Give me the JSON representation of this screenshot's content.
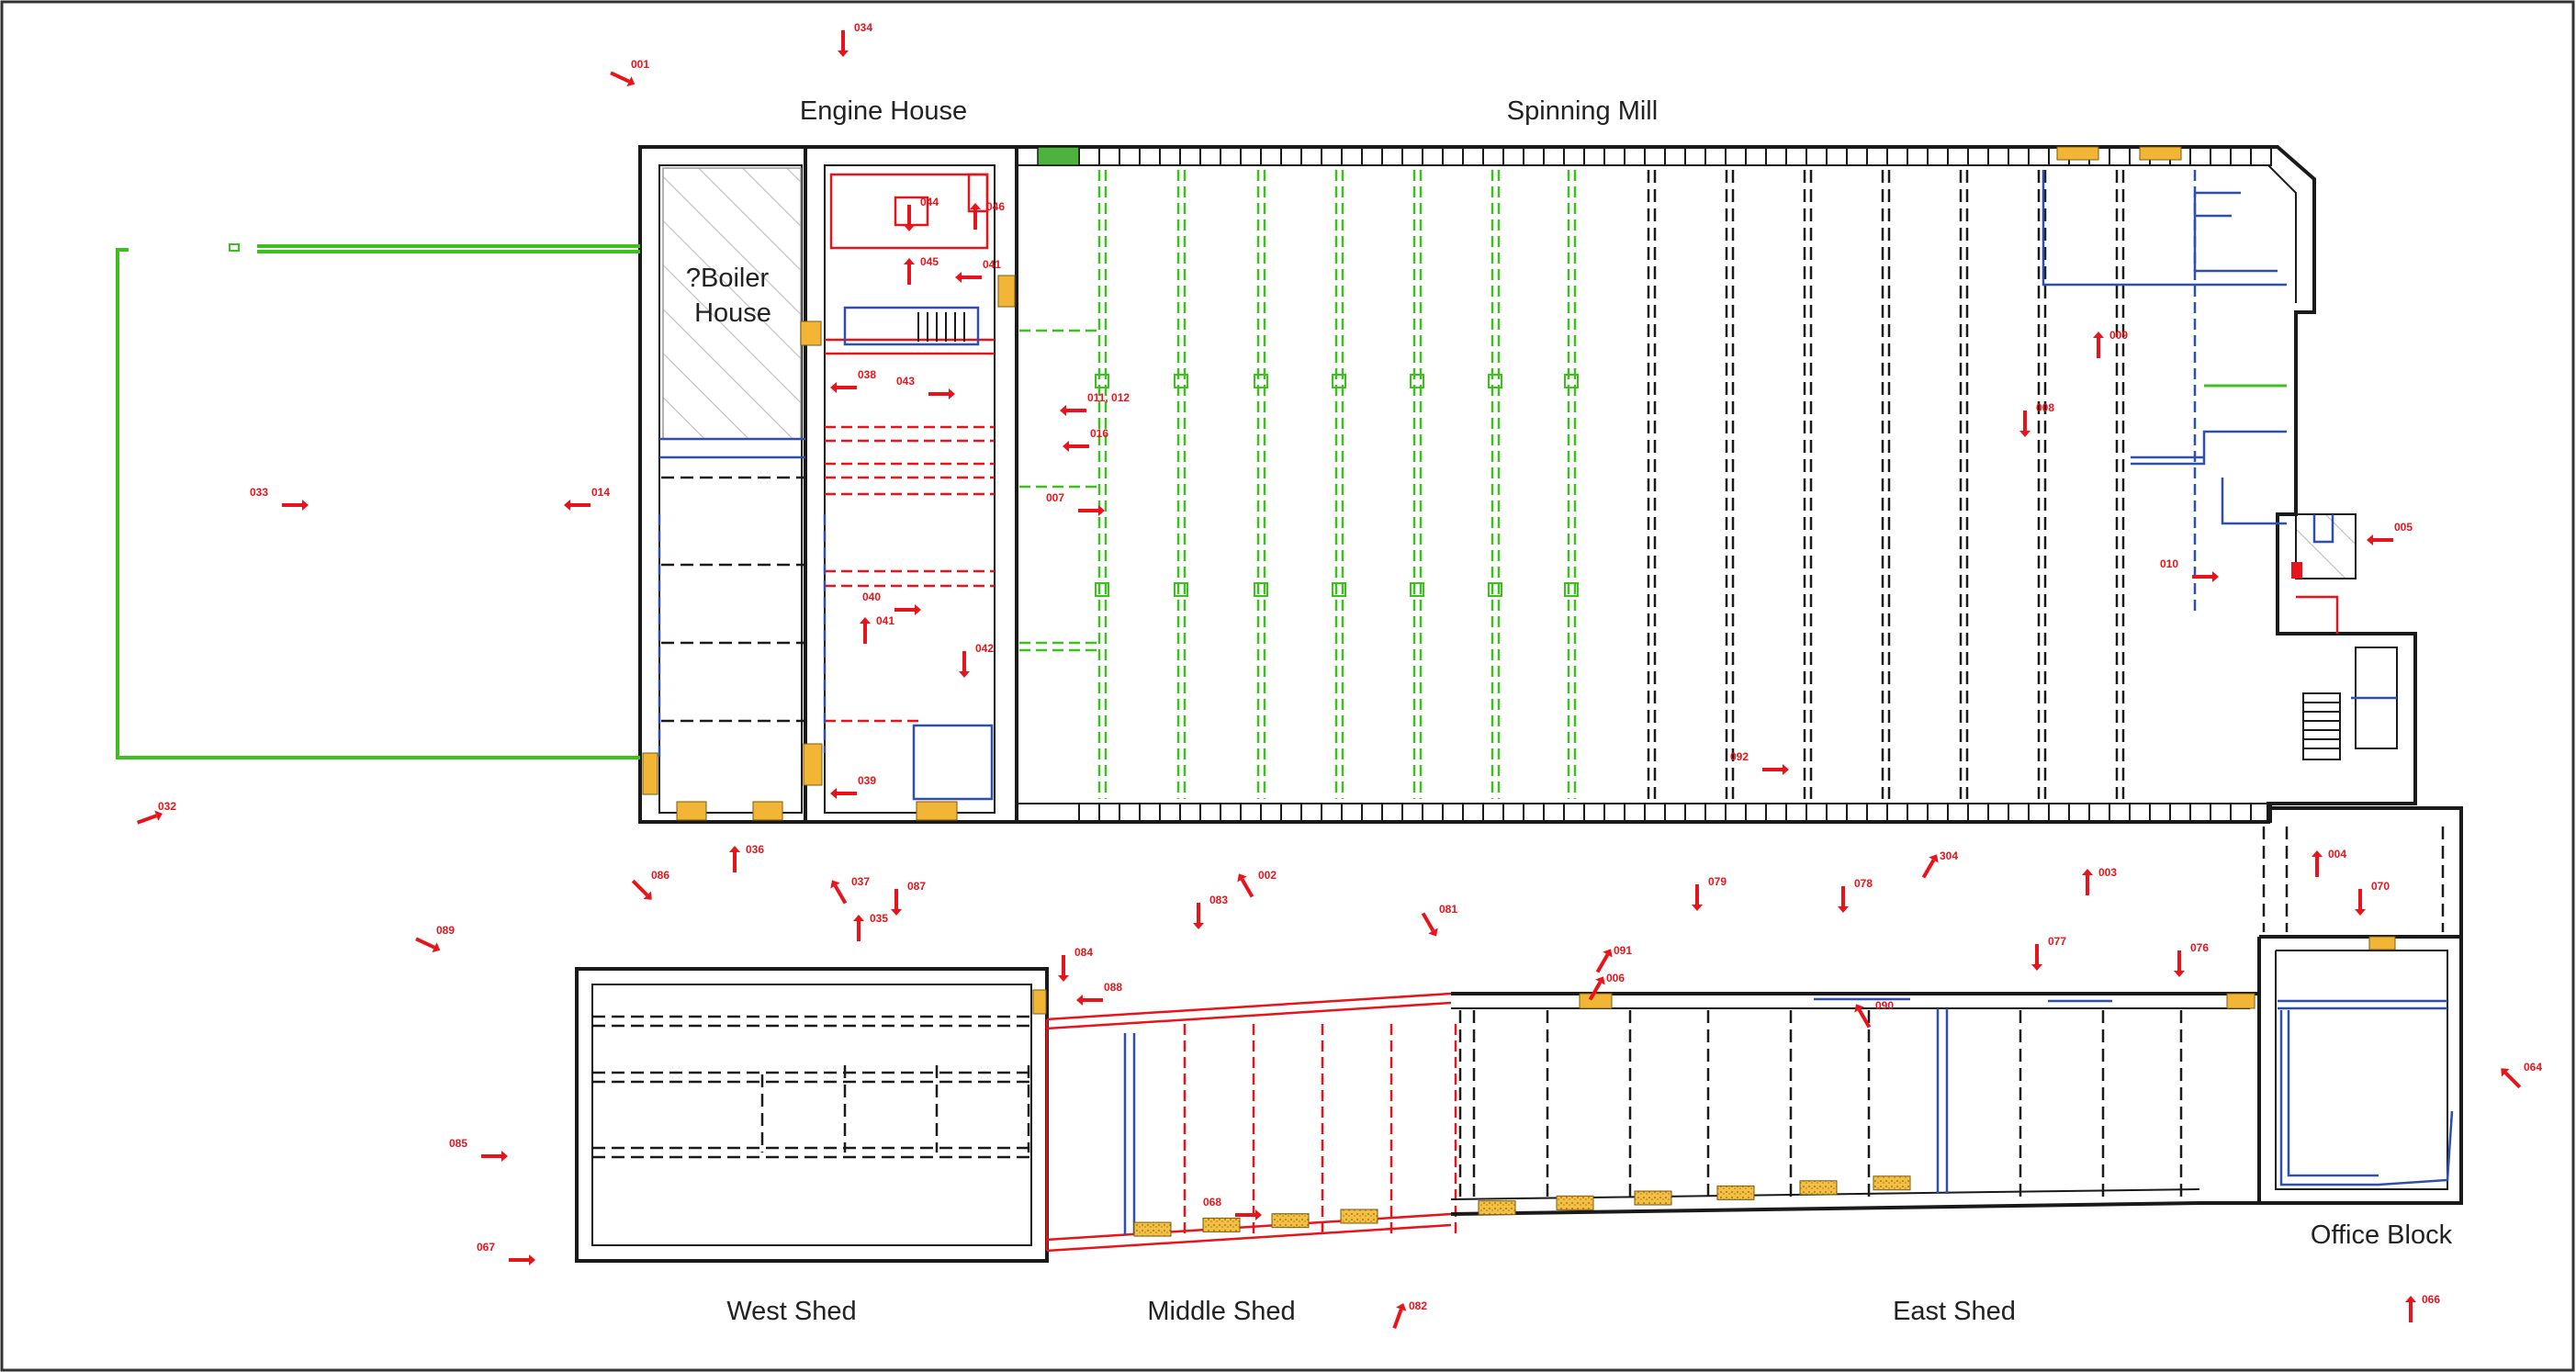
{
  "labels": {
    "engine_house": "Engine House",
    "spinning_mill": "Spinning Mill",
    "boiler_line1": "?Boiler",
    "boiler_line2": "House",
    "west_shed": "West Shed",
    "middle_shed": "Middle Shed",
    "east_shed": "East Shed",
    "office_block": "Office Block"
  },
  "photo_points": [
    {
      "label": "034",
      "dir": 90
    },
    {
      "label": "001",
      "dir": 25
    },
    {
      "label": "044",
      "dir": 90
    },
    {
      "label": "046",
      "dir": -90
    },
    {
      "label": "045",
      "dir": -90
    },
    {
      "label": "041",
      "dir": 180
    },
    {
      "label": "038",
      "dir": 180
    },
    {
      "label": "043",
      "dir": 0
    },
    {
      "label": "011, 012",
      "dir": 180
    },
    {
      "label": "016",
      "dir": 180
    },
    {
      "label": "007",
      "dir": 0
    },
    {
      "label": "033",
      "dir": 0
    },
    {
      "label": "014",
      "dir": 180
    },
    {
      "label": "040",
      "dir": 0
    },
    {
      "label": "041",
      "dir": -90
    },
    {
      "label": "042",
      "dir": 90
    },
    {
      "label": "039",
      "dir": 180
    },
    {
      "label": "032",
      "dir": -20
    },
    {
      "label": "009",
      "dir": -90
    },
    {
      "label": "008",
      "dir": 90
    },
    {
      "label": "005",
      "dir": 180
    },
    {
      "label": "010",
      "dir": 0
    },
    {
      "label": "092",
      "dir": 0
    },
    {
      "label": "086",
      "dir": 45
    },
    {
      "label": "036",
      "dir": -90
    },
    {
      "label": "037",
      "dir": -120
    },
    {
      "label": "087",
      "dir": 90
    },
    {
      "label": "035",
      "dir": -90
    },
    {
      "label": "002",
      "dir": -120
    },
    {
      "label": "083",
      "dir": 90
    },
    {
      "label": "081",
      "dir": 60
    },
    {
      "label": "084",
      "dir": 90
    },
    {
      "label": "088",
      "dir": 180
    },
    {
      "label": "089",
      "dir": 25
    },
    {
      "label": "091",
      "dir": -60
    },
    {
      "label": "006",
      "dir": -60
    },
    {
      "label": "090",
      "dir": -120
    },
    {
      "label": "079",
      "dir": 90
    },
    {
      "label": "078",
      "dir": 90
    },
    {
      "label": "304",
      "dir": -60
    },
    {
      "label": "003",
      "dir": -90
    },
    {
      "label": "004",
      "dir": -90
    },
    {
      "label": "070",
      "dir": 90
    },
    {
      "label": "077",
      "dir": 90
    },
    {
      "label": "076",
      "dir": 90
    },
    {
      "label": "064",
      "dir": -135
    },
    {
      "label": "085",
      "dir": 0
    },
    {
      "label": "067",
      "dir": 0
    },
    {
      "label": "068",
      "dir": 0
    },
    {
      "label": "082",
      "dir": -70
    },
    {
      "label": "066",
      "dir": -90
    }
  ]
}
